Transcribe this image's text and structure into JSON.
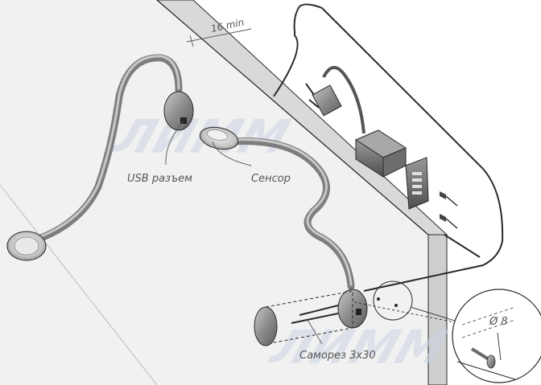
{
  "labels": {
    "dimension": "16 min",
    "usb": "USB разъем",
    "sensor": "Сенсор",
    "screw": "Саморез 3x30",
    "hole": "Ø 8"
  },
  "watermark": "ЛИММ",
  "colors": {
    "line": "#2a2a2a",
    "panel_top": "#eeeeee",
    "panel_side": "#d4d4d4",
    "metal": "#9a9a9a",
    "metal_dark": "#6f6f6f",
    "watermark": "#c8d2e2"
  }
}
